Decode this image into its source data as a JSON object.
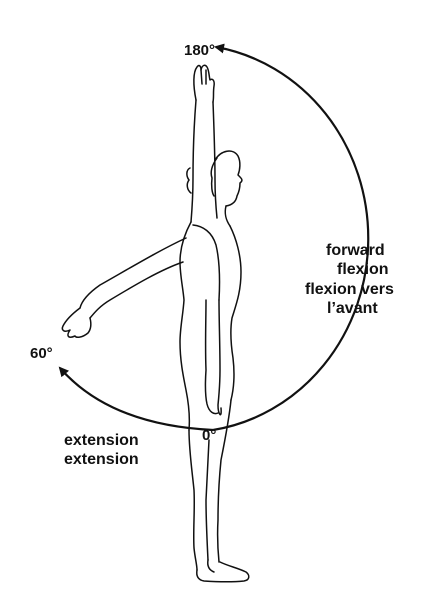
{
  "angles": {
    "top": "180°",
    "back": "60°",
    "zero": "0°"
  },
  "labels": {
    "forward_flexion": [
      "forward",
      "flexion",
      "flexion vers",
      "l’avant"
    ],
    "extension": [
      "extension",
      "extension"
    ]
  },
  "colors": {
    "line": "#111111",
    "background": "#ffffff"
  }
}
